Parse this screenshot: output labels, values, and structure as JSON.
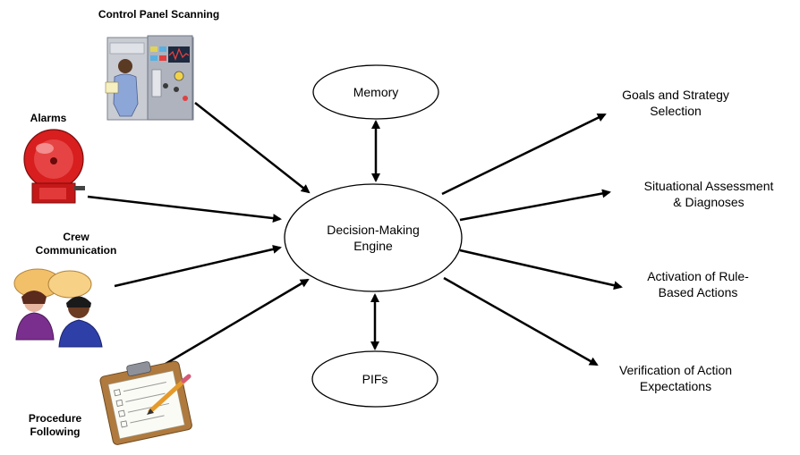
{
  "inputs": {
    "control_panel": "Control Panel Scanning",
    "alarms": "Alarms",
    "crew_line1": "Crew",
    "crew_line2": "Communication",
    "procedure_line1": "Procedure",
    "procedure_line2": "Following"
  },
  "nodes": {
    "memory": "Memory",
    "engine_line1": "Decision-Making",
    "engine_line2": "Engine",
    "pifs": "PIFs"
  },
  "outputs": {
    "goals_line1": "Goals and Strategy",
    "goals_line2": "Selection",
    "situational_line1": "Situational Assessment",
    "situational_line2": "& Diagnoses",
    "activation_line1": "Activation of Rule-",
    "activation_line2": "Based Actions",
    "verification_line1": "Verification of Action",
    "verification_line2": "Expectations"
  },
  "colors": {
    "line": "#000000",
    "alarm_red": "#d81e1e",
    "panel_gray": "#c9ccd2",
    "person_purple": "#7a2f8e",
    "person_blue": "#2f3fa8",
    "bubble": "#f3c06a",
    "clipboard": "#b07a3e"
  }
}
